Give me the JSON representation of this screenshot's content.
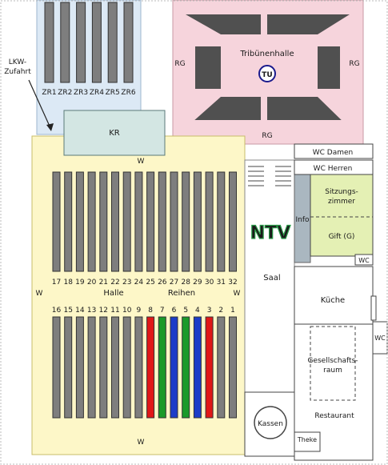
{
  "labels": {
    "lkw": [
      "LKW-",
      "Zufahrt"
    ],
    "zr": [
      "ZR1",
      "ZR2",
      "ZR3",
      "ZR4",
      "ZR5",
      "ZR6"
    ],
    "kr": "KR",
    "tribune": "Tribünenhalle",
    "tu_logo": "TU",
    "rg": "RG",
    "w": "W",
    "wc_damen": "WC Damen",
    "wc_herren": "WC Herren",
    "sitzung": [
      "Sitzungs-",
      "zimmer"
    ],
    "info": "Info",
    "gift": "Gift (G)",
    "wc": "WC",
    "ntv_logo": "NTV",
    "saal": "Saal",
    "halle": "Halle",
    "reihen": "Reihen",
    "kueche": "Küche",
    "gesellschaft": [
      "Gesellschafts-",
      "raum"
    ],
    "restaurant": "Restaurant",
    "kassen": "Kassen",
    "theke": "Theke"
  },
  "rows_top": [
    "17",
    "18",
    "19",
    "20",
    "21",
    "22",
    "23",
    "24",
    "25",
    "26",
    "27",
    "28",
    "29",
    "30",
    "31",
    "32"
  ],
  "rows_bottom": [
    "16",
    "15",
    "14",
    "13",
    "12",
    "11",
    "10",
    "9",
    "8",
    "7",
    "6",
    "5",
    "4",
    "3",
    "2",
    "1"
  ],
  "highlight_colors": {
    "red": "#e01818",
    "green": "#1a9a2a",
    "blue": "#1c3dc8"
  },
  "bottom_row_colors": [
    "gray",
    "gray",
    "gray",
    "gray",
    "gray",
    "gray",
    "gray",
    "gray",
    "red",
    "green",
    "blue",
    "green",
    "blue",
    "red",
    "gray",
    "gray"
  ]
}
